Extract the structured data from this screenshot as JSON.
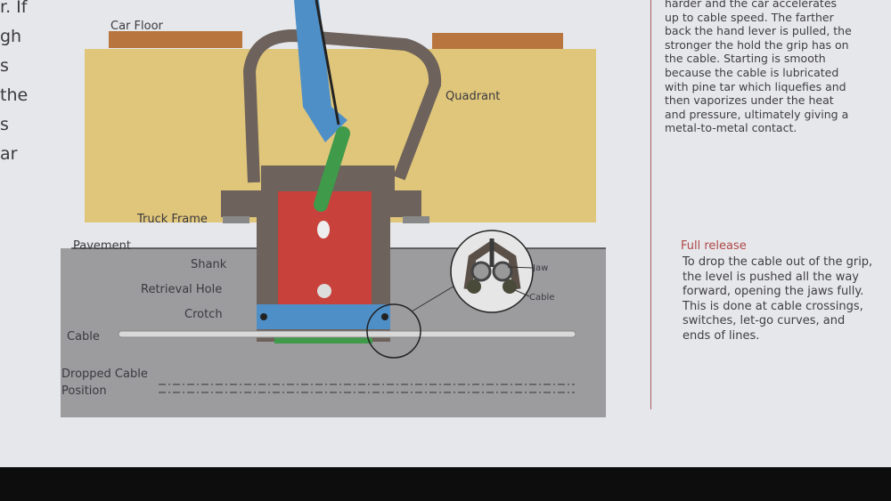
{
  "left_fragment": [
    "r.  If",
    "gh",
    "s",
    "the",
    "s",
    "ar"
  ],
  "diagram": {
    "labels": {
      "car_floor": "Car Floor",
      "quadrant": "Quadrant",
      "truck_frame": "Truck Frame",
      "pavement": "Pavement",
      "shank": "Shank",
      "retrieval_hole": "Retrieval Hole",
      "crotch": "Crotch",
      "cable": "Cable",
      "dropped_cable_1": "Dropped Cable",
      "dropped_cable_2": "Position",
      "jaw": "Jaw",
      "inset_cable": "Cable"
    },
    "colors": {
      "yellow": "#e0c67a",
      "pavement": "#9c9c9e",
      "red": "#c8413a",
      "blue": "#4f8fc8",
      "green": "#3f9a4a",
      "frame": "#6d625c",
      "wood": "#b8763e"
    }
  },
  "right_text": {
    "paragraph1": [
      "harder and the car accelerates",
      "up to cable speed.  The farther",
      "back the hand lever is pulled, the",
      "stronger the hold the grip has on",
      "the cable.  Starting is smooth",
      "because the cable is lubricated",
      "with pine tar which liquefies and",
      "then vaporizes under the heat",
      "and pressure, ultimately giving a",
      "metal-to-metal contact."
    ],
    "heading": "Full release",
    "paragraph2": [
      "To drop the cable out of the grip,",
      "the level is pushed all the way",
      "forward, opening the jaws fully.",
      "This is done at cable crossings,",
      "switches, let-go curves, and",
      "ends of lines."
    ]
  }
}
